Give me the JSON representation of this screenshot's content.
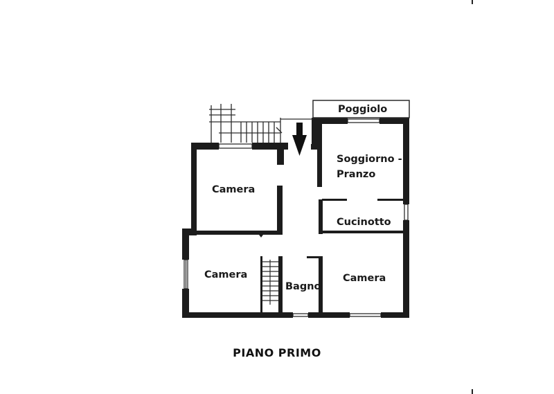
{
  "floor_plan": {
    "title": "PIANO PRIMO",
    "rooms": [
      {
        "id": "poggiolo",
        "label": "Poggiolo"
      },
      {
        "id": "soggiorno",
        "label_line1": "Soggiorno -",
        "label_line2": "Pranzo"
      },
      {
        "id": "cucinotto",
        "label": "Cucinotto"
      },
      {
        "id": "camera-1",
        "label": "Camera"
      },
      {
        "id": "camera-2",
        "label": "Camera"
      },
      {
        "id": "bagno",
        "label": "Bagno"
      },
      {
        "id": "camera-3",
        "label": "Camera"
      }
    ],
    "entrance_arrow": "arrow-down-icon",
    "colors": {
      "wall": "#1c1c1c",
      "line": "#2a2a2a",
      "background": "#ffffff"
    }
  }
}
